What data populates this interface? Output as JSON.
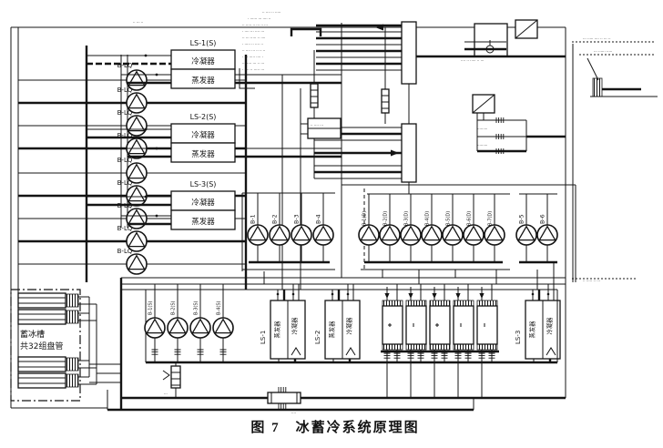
{
  "colors": {
    "line": "#141414",
    "background": "#ffffff"
  },
  "caption": "图 7　冰蓄冷系统原理图",
  "left_pumps": {
    "items": [
      "B-LQ",
      "B-LQ",
      "B-LQ",
      "B-LQ",
      "B-LQ",
      "B-LQ",
      "B-LQ",
      "B-LQ",
      "B-LQ"
    ]
  },
  "chillers_top": {
    "units": [
      {
        "name": "LS-1(S)",
        "condenser": "冷凝器",
        "evaporator": "蒸发器"
      },
      {
        "name": "LS-2(S)",
        "condenser": "冷凝器",
        "evaporator": "蒸发器"
      },
      {
        "name": "LS-3(S)",
        "condenser": "冷凝器",
        "evaporator": "蒸发器"
      }
    ]
  },
  "pumps_a": {
    "items": [
      "B-1",
      "B-2",
      "B-3",
      "B-4"
    ]
  },
  "pumps_b": {
    "items": [
      "B-1(D)",
      "B-2(D)",
      "B-3(D)",
      "B-4(D)",
      "B-5(D)",
      "B-6(D)",
      "B-7(D)"
    ]
  },
  "pumps_c": {
    "items": [
      "B-5",
      "B-6"
    ]
  },
  "pumps_s": {
    "items": [
      "B-1(S)",
      "B-2(S)",
      "B-3(S)",
      "B-4(S)"
    ]
  },
  "chillers_bottom": {
    "units": [
      {
        "name": "LS-1",
        "evaporator": "蒸发器",
        "condenser": "冷凝器"
      },
      {
        "name": "LS-2",
        "evaporator": "蒸发器",
        "condenser": "冷凝器"
      },
      {
        "name": "LS-3",
        "evaporator": "蒸发器",
        "condenser": "冷凝器"
      }
    ]
  },
  "ice_tank": {
    "line1": "蓄冰槽",
    "line2": "共32组盘管"
  },
  "micro": {
    "top_left": "·· ··· ··",
    "legend": [
      "·· ···· ·· ·····",
      "· ······ ··· ···· ··",
      "·· ····· ·· ··· ·· ···",
      "· ···· ··· ···· ···",
      "·· ··· ····· ·· ····",
      "· ····· ·· ···· ··",
      "·· ···· ··· ·· ·· ··",
      "· ··· ····· ···· ·",
      "·· ····· ··· ·· ···",
      "· ···· ·· ····· ···"
    ],
    "tr1": "···· ·· ····· ·· ···",
    "tr2": "··· ····· ···· ·· ··· ··",
    "tr3": "·· ···· ···",
    "vg1": "·········",
    "vg2": "·········",
    "right1": "··· ······ ·····",
    "right2": "·· ····· ·· ···",
    "bottom_note": "···",
    "comp_note": "····"
  }
}
